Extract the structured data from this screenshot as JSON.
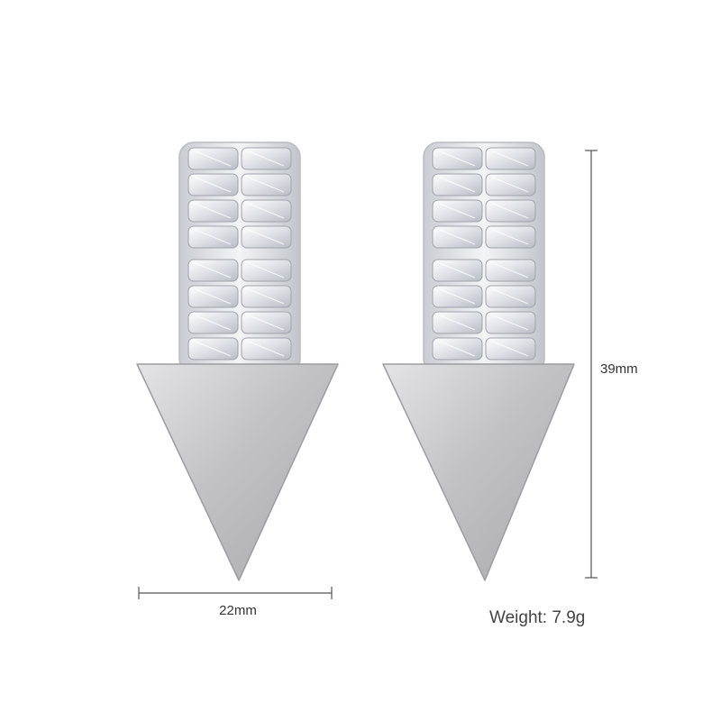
{
  "product": {
    "dimensions": {
      "width": "22mm",
      "height": "39mm"
    },
    "weight": "Weight: 7.9g"
  },
  "colors": {
    "background": "#ffffff",
    "metal": "#c4c4c6",
    "stone": "#e6e8ec",
    "dimension_line": "#555555",
    "text": "#333333"
  }
}
